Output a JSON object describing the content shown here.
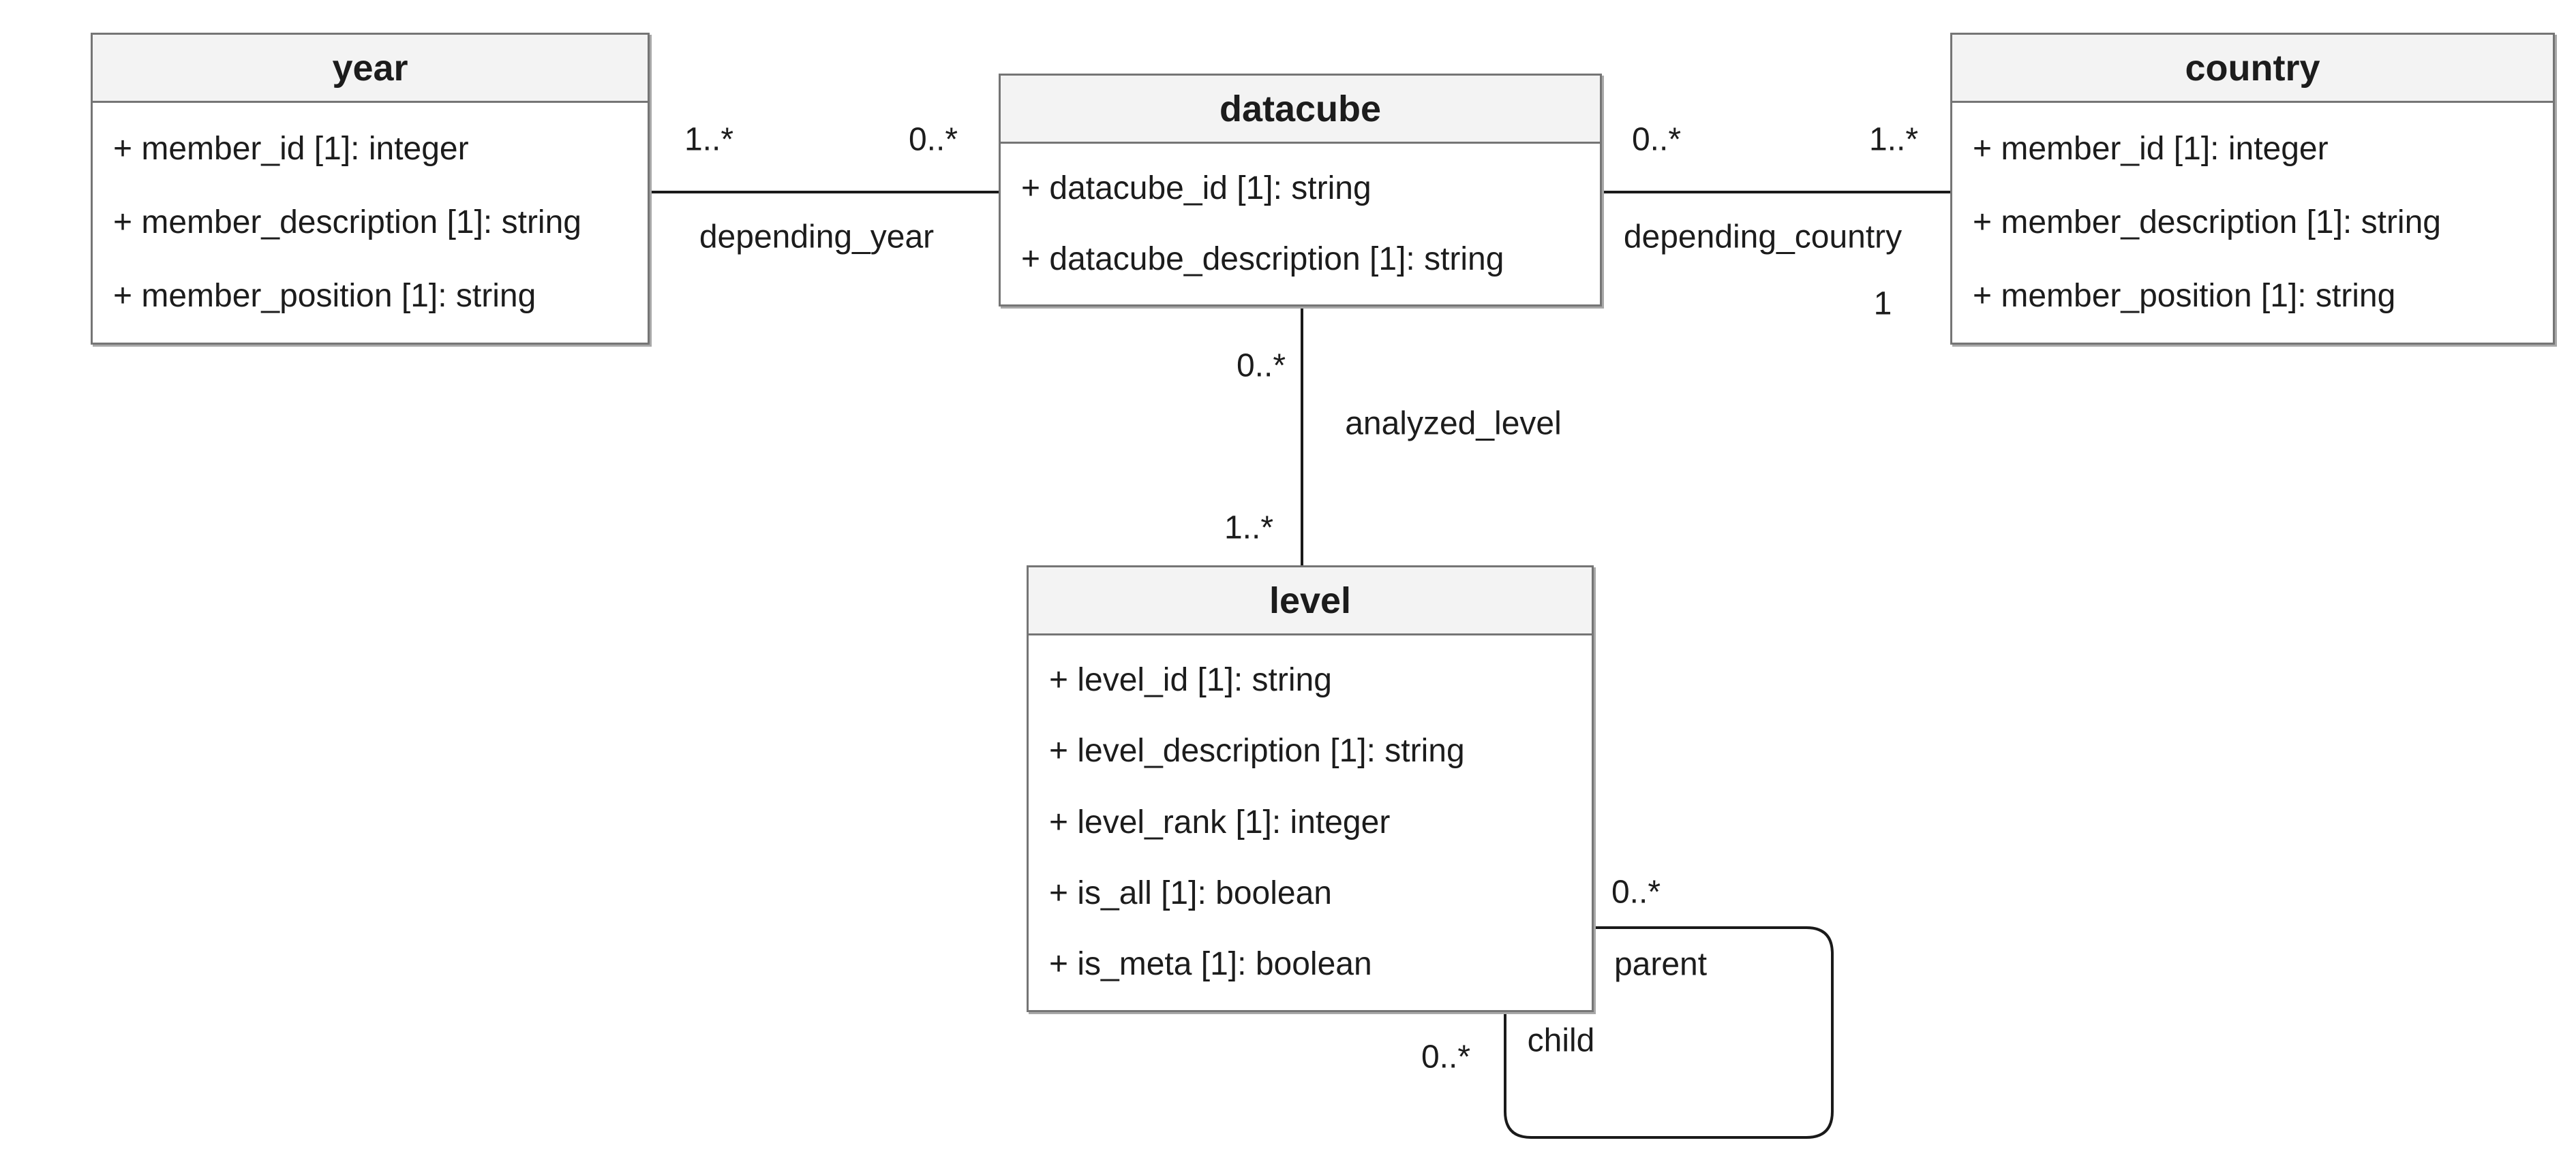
{
  "diagram": {
    "classes": [
      {
        "title": "year",
        "attributes": [
          "+ member_id [1]: integer",
          "+ member_description [1]: string",
          "+ member_position [1]: string"
        ]
      },
      {
        "title": "datacube",
        "attributes": [
          "+ datacube_id [1]: string",
          "+ datacube_description [1]: string"
        ]
      },
      {
        "title": "country",
        "attributes": [
          "+ member_id [1]: integer",
          "+ member_description [1]: string",
          "+ member_position [1]: string"
        ]
      },
      {
        "title": "level",
        "attributes": [
          "+ level_id [1]: string",
          "+ level_description [1]: string",
          "+ level_rank [1]: integer",
          "+ is_all [1]: boolean",
          "+ is_meta [1]: boolean"
        ]
      }
    ],
    "associations": [
      {
        "name": "depending_year",
        "from_class": "year",
        "to_class": "datacube",
        "from_multiplicity": "1..*",
        "to_multiplicity": "0..*"
      },
      {
        "name": "depending_country",
        "from_class": "datacube",
        "to_class": "country",
        "from_multiplicity": "0..*",
        "to_multiplicity": "1..*",
        "secondary_label": "1"
      },
      {
        "name": "analyzed_level",
        "from_class": "datacube",
        "to_class": "level",
        "from_multiplicity": "0..*",
        "to_multiplicity": "1..*"
      },
      {
        "from_class": "level",
        "to_class": "level",
        "parent_role": "parent",
        "child_role": "child",
        "parent_multiplicity": "0..*",
        "child_multiplicity": "0..*"
      }
    ],
    "colors": {
      "header_fill": "#f3f3f3",
      "box_border": "#757575",
      "association_line": "#1a1a1a",
      "text": "#1c1c1c",
      "background": "#ffffff"
    }
  }
}
